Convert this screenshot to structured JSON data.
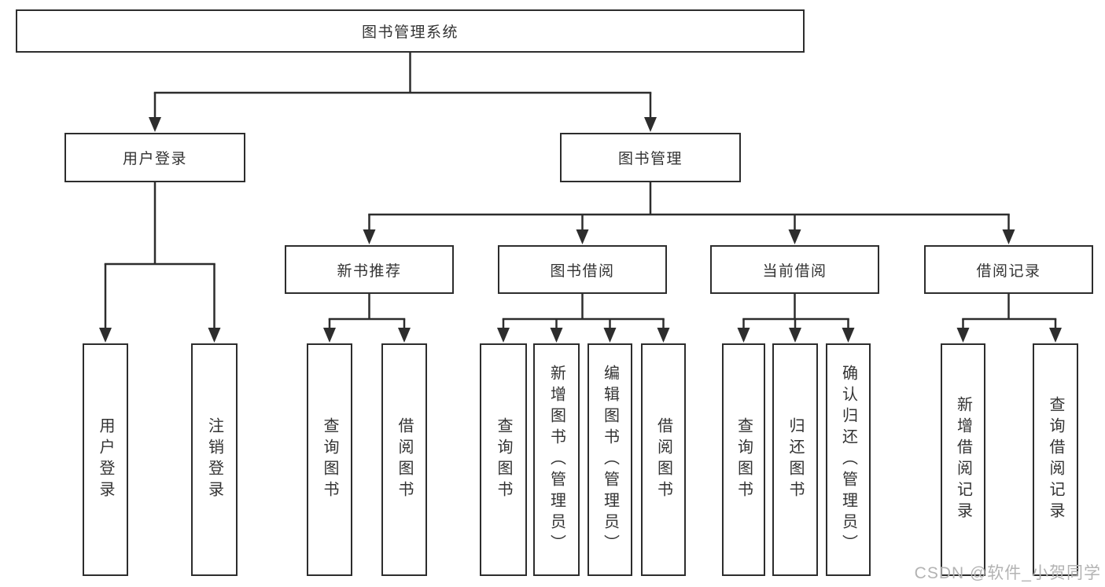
{
  "diagram": {
    "title": "图书管理系统",
    "nodes": [
      {
        "id": "root",
        "label": "图书管理系统",
        "parent": null,
        "orientation": "horizontal"
      },
      {
        "id": "user-login",
        "label": "用户登录",
        "parent": "root",
        "orientation": "horizontal"
      },
      {
        "id": "book-mgmt",
        "label": "图书管理",
        "parent": "root",
        "orientation": "horizontal"
      },
      {
        "id": "new-book-recommend",
        "label": "新书推荐",
        "parent": "book-mgmt",
        "orientation": "horizontal"
      },
      {
        "id": "book-borrow",
        "label": "图书借阅",
        "parent": "book-mgmt",
        "orientation": "horizontal"
      },
      {
        "id": "current-borrow",
        "label": "当前借阅",
        "parent": "book-mgmt",
        "orientation": "horizontal"
      },
      {
        "id": "borrow-records",
        "label": "借阅记录",
        "parent": "book-mgmt",
        "orientation": "horizontal"
      },
      {
        "id": "user-login-action",
        "label": "用户登录",
        "parent": "user-login",
        "orientation": "vertical"
      },
      {
        "id": "logout-action",
        "label": "注销登录",
        "parent": "user-login",
        "orientation": "vertical"
      },
      {
        "id": "nb-query-books",
        "label": "查询图书",
        "parent": "new-book-recommend",
        "orientation": "vertical"
      },
      {
        "id": "nb-borrow-books",
        "label": "借阅图书",
        "parent": "new-book-recommend",
        "orientation": "vertical"
      },
      {
        "id": "bb-query-books",
        "label": "查询图书",
        "parent": "book-borrow",
        "orientation": "vertical"
      },
      {
        "id": "bb-add-books",
        "label": "新增图书（管理员）",
        "parent": "book-borrow",
        "orientation": "vertical"
      },
      {
        "id": "bb-edit-books",
        "label": "编辑图书（管理员）",
        "parent": "book-borrow",
        "orientation": "vertical"
      },
      {
        "id": "bb-borrow-books",
        "label": "借阅图书",
        "parent": "book-borrow",
        "orientation": "vertical"
      },
      {
        "id": "cb-query-books",
        "label": "查询图书",
        "parent": "current-borrow",
        "orientation": "vertical"
      },
      {
        "id": "cb-return-books",
        "label": "归还图书",
        "parent": "current-borrow",
        "orientation": "vertical"
      },
      {
        "id": "cb-confirm-return",
        "label": "确认归还（管理员）",
        "parent": "current-borrow",
        "orientation": "vertical"
      },
      {
        "id": "br-add-record",
        "label": "新增借阅记录",
        "parent": "borrow-records",
        "orientation": "vertical"
      },
      {
        "id": "br-query-record",
        "label": "查询借阅记录",
        "parent": "borrow-records",
        "orientation": "vertical"
      }
    ]
  },
  "watermark": {
    "text": "CSDN @软件_小贺同学"
  },
  "colors": {
    "line": "#2d2d2d",
    "border": "#2d2d2d",
    "text": "#333333",
    "background": "#ffffff",
    "watermark": "#b3b3b3"
  }
}
